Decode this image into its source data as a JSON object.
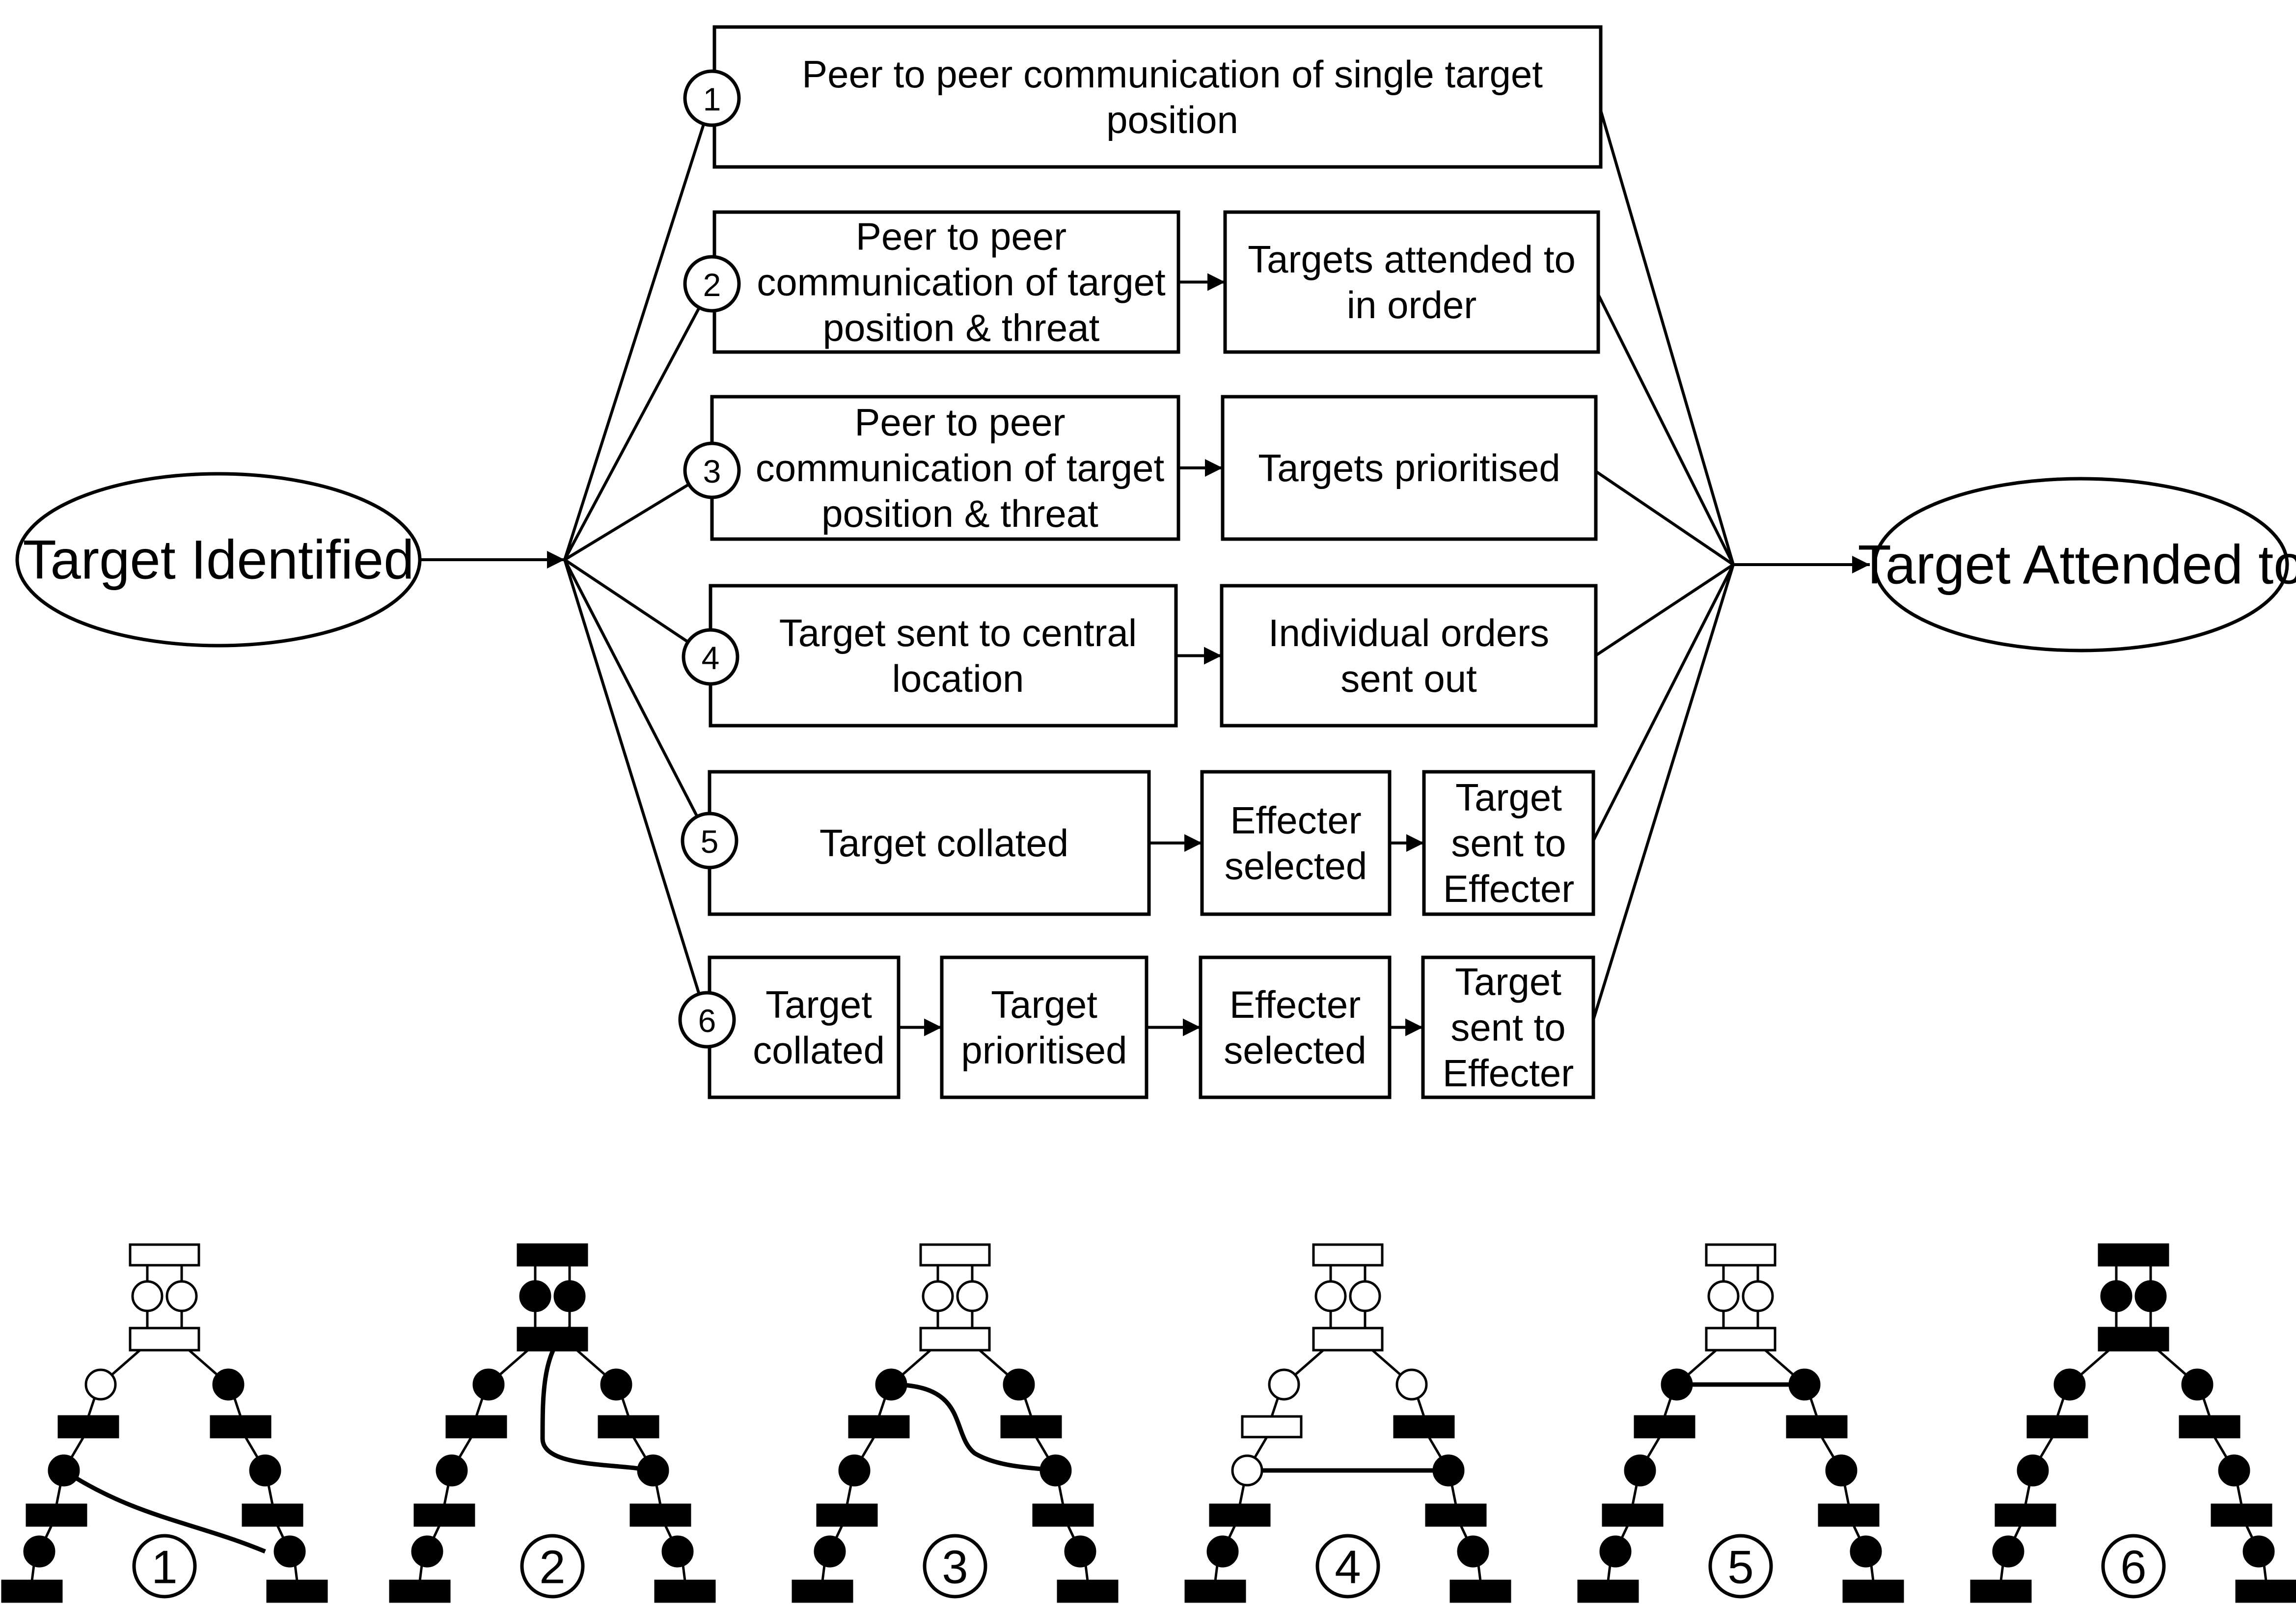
{
  "start": {
    "label": "Target Identified"
  },
  "end": {
    "label": "Target Attended to"
  },
  "routes": [
    {
      "number": "1",
      "boxes": [
        {
          "lines": [
            "Peer to peer communication of single target",
            "position"
          ]
        }
      ]
    },
    {
      "number": "2",
      "boxes": [
        {
          "lines": [
            "Peer to peer",
            "communication of target",
            "position & threat"
          ]
        },
        {
          "lines": [
            "Targets attended to",
            "in order"
          ]
        }
      ]
    },
    {
      "number": "3",
      "boxes": [
        {
          "lines": [
            "Peer to peer",
            "communication of target",
            "position & threat"
          ]
        },
        {
          "lines": [
            "Targets prioritised"
          ]
        }
      ]
    },
    {
      "number": "4",
      "boxes": [
        {
          "lines": [
            "Target sent to central",
            "location"
          ]
        },
        {
          "lines": [
            "Individual orders",
            "sent out"
          ]
        }
      ]
    },
    {
      "number": "5",
      "boxes": [
        {
          "lines": [
            "Target collated"
          ]
        },
        {
          "lines": [
            "Effecter",
            "selected"
          ]
        },
        {
          "lines": [
            "Target",
            "sent to",
            "Effecter"
          ]
        }
      ]
    },
    {
      "number": "6",
      "boxes": [
        {
          "lines": [
            "Target",
            "collated"
          ]
        },
        {
          "lines": [
            "Target",
            "prioritised"
          ]
        },
        {
          "lines": [
            "Effecter",
            "selected"
          ]
        },
        {
          "lines": [
            "Target",
            "sent to",
            "Effecter"
          ]
        }
      ]
    }
  ],
  "networks": [
    {
      "label": "1",
      "filled_nodes": [
        "n4",
        "n5",
        "n6",
        "n7",
        "n8",
        "n9",
        "n10",
        "n11",
        "n12",
        "n13"
      ],
      "link": "1"
    },
    {
      "label": "2",
      "filled_nodes": [
        "n0",
        "n1",
        "n2",
        "n3",
        "n4",
        "n5",
        "n6",
        "n7",
        "n8",
        "n9",
        "n10",
        "n11",
        "n12",
        "n13"
      ],
      "link": "2"
    },
    {
      "label": "3",
      "filled_nodes": [
        "n3",
        "n4",
        "n5",
        "n6",
        "n7",
        "n8",
        "n9",
        "n10",
        "n11",
        "n12",
        "n13"
      ],
      "link": "3"
    },
    {
      "label": "4",
      "filled_nodes": [
        "n6",
        "n7",
        "n8",
        "n9",
        "n10",
        "n11",
        "n12",
        "n13"
      ],
      "link": "4"
    },
    {
      "label": "5",
      "filled_nodes": [
        "n3",
        "n4",
        "n5",
        "n6",
        "n7",
        "n8",
        "n9",
        "n10",
        "n11",
        "n12",
        "n13"
      ],
      "link": "5"
    },
    {
      "label": "6",
      "filled_nodes": [
        "n0",
        "n1",
        "n2",
        "n3",
        "n4",
        "n5",
        "n6",
        "n7",
        "n8",
        "n9",
        "n10",
        "n11",
        "n12",
        "n13"
      ],
      "link": "6"
    }
  ]
}
